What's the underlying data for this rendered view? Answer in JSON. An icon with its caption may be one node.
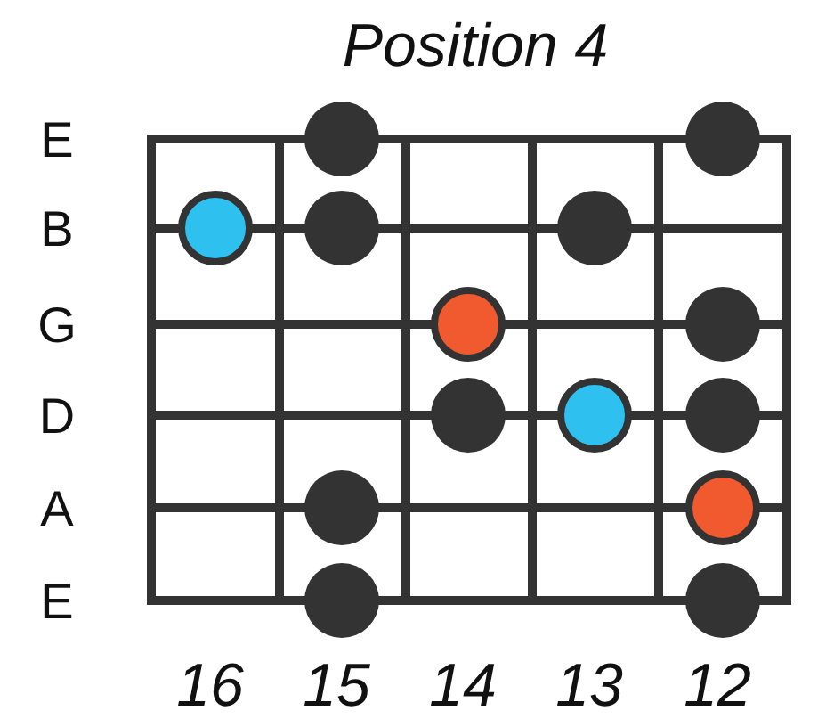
{
  "diagram": {
    "title": "Position 4",
    "labels": [
      "E",
      "B",
      "G",
      "D",
      "A",
      "E",
      "16",
      "15",
      "14",
      "13",
      "12"
    ]
  }
}
